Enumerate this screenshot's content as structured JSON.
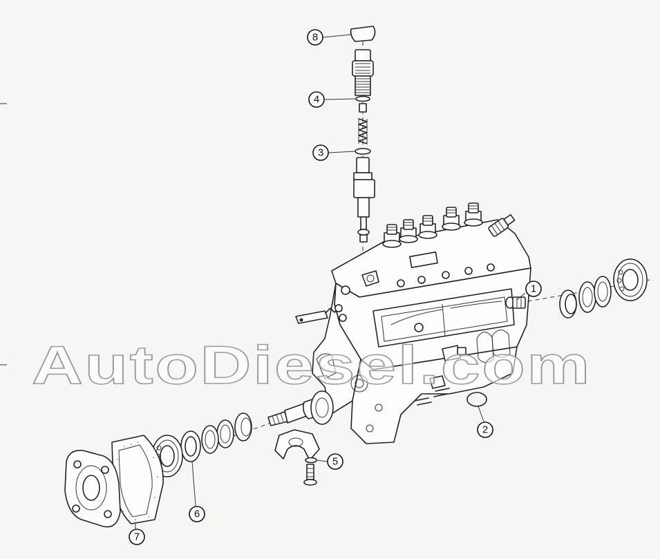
{
  "watermark": "AutoDiesel.com",
  "callouts": [
    {
      "id": "callout-1",
      "label": "1"
    },
    {
      "id": "callout-2",
      "label": "2"
    },
    {
      "id": "callout-3",
      "label": "3"
    },
    {
      "id": "callout-4",
      "label": "4"
    },
    {
      "id": "callout-5",
      "label": "5"
    },
    {
      "id": "callout-6",
      "label": "6"
    },
    {
      "id": "callout-7",
      "label": "7"
    },
    {
      "id": "callout-8",
      "label": "8"
    }
  ]
}
